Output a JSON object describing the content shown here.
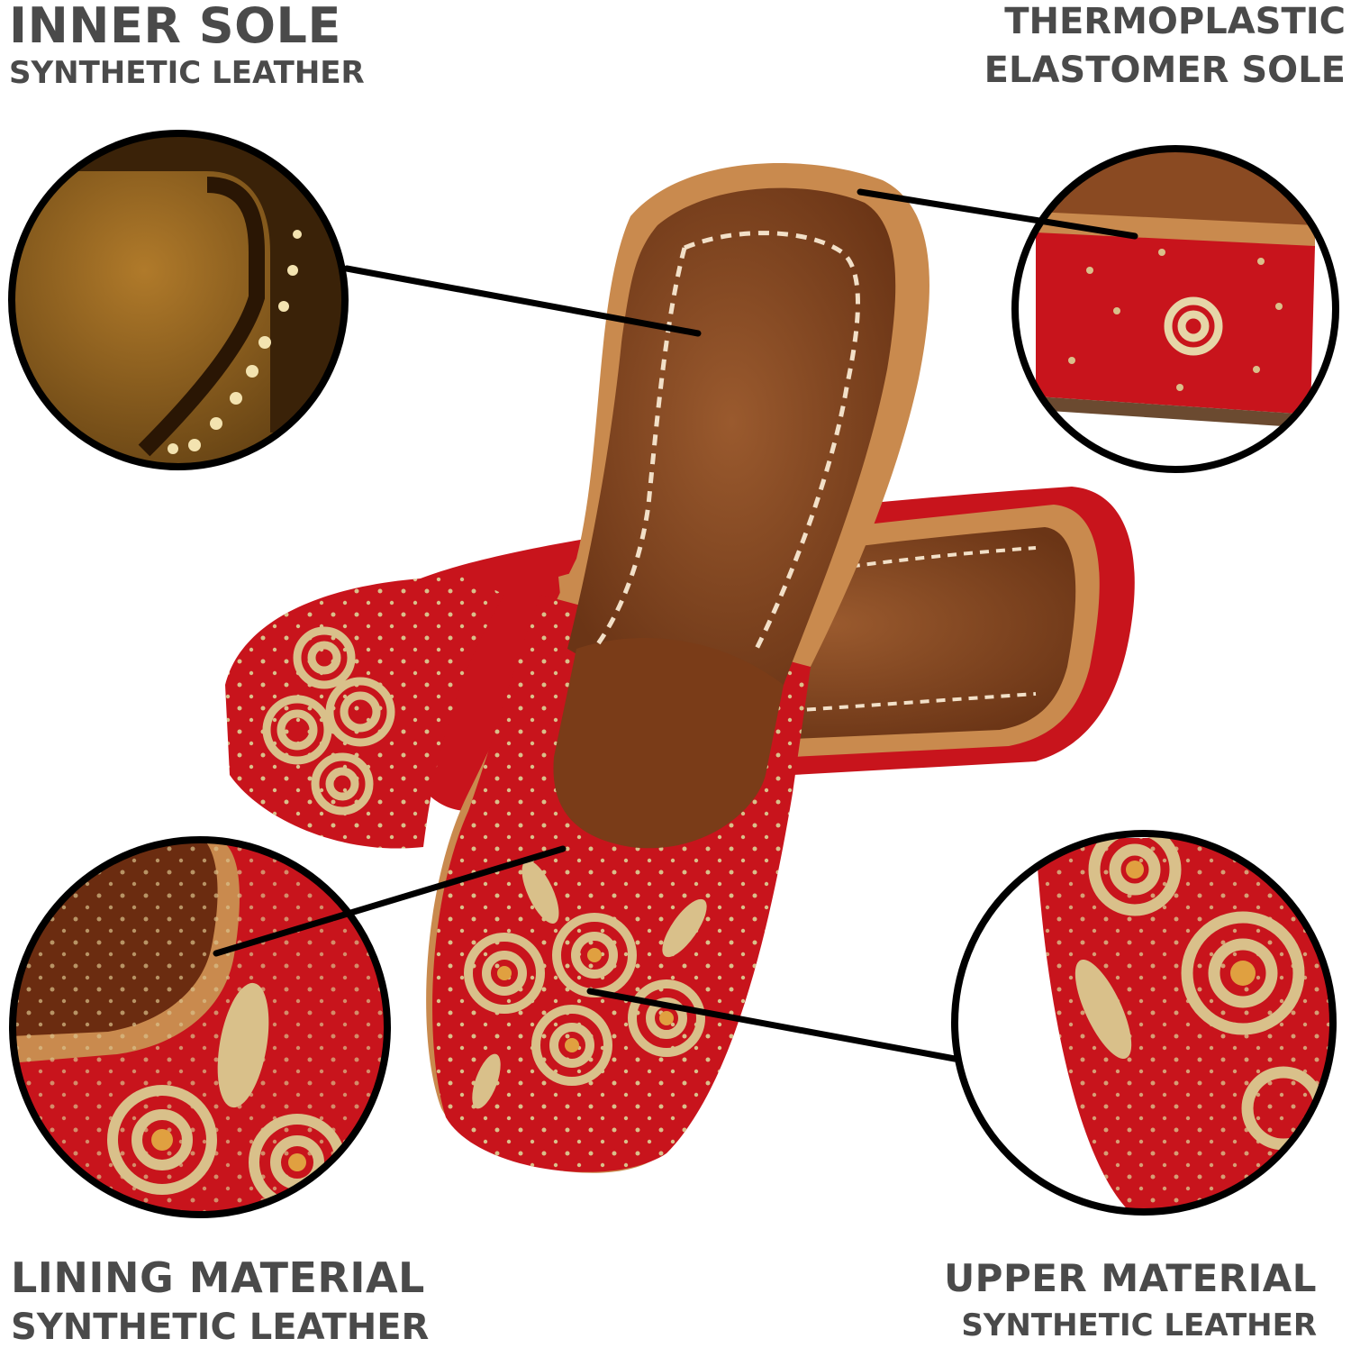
{
  "labels": {
    "inner_sole": {
      "title": "INNER SOLE",
      "subtitle": "SYNTHETIC LEATHER"
    },
    "outer_sole": {
      "line1": "THERMOPLASTIC",
      "line2": "ELASTOMER SOLE"
    },
    "lining": {
      "title": "LINING MATERIAL",
      "subtitle": "SYNTHETIC LEATHER"
    },
    "upper": {
      "title": "UPPER MATERIAL",
      "subtitle": "SYNTHETIC LEATHER"
    }
  },
  "colors": {
    "velvet_red": "#c8141c",
    "leather_tan": "#c98a4e",
    "inner_brown": "#8a4a22",
    "gold_embroidery": "#d9c08a",
    "text_gray": "#4a4a4a",
    "callout_line": "#000000"
  }
}
